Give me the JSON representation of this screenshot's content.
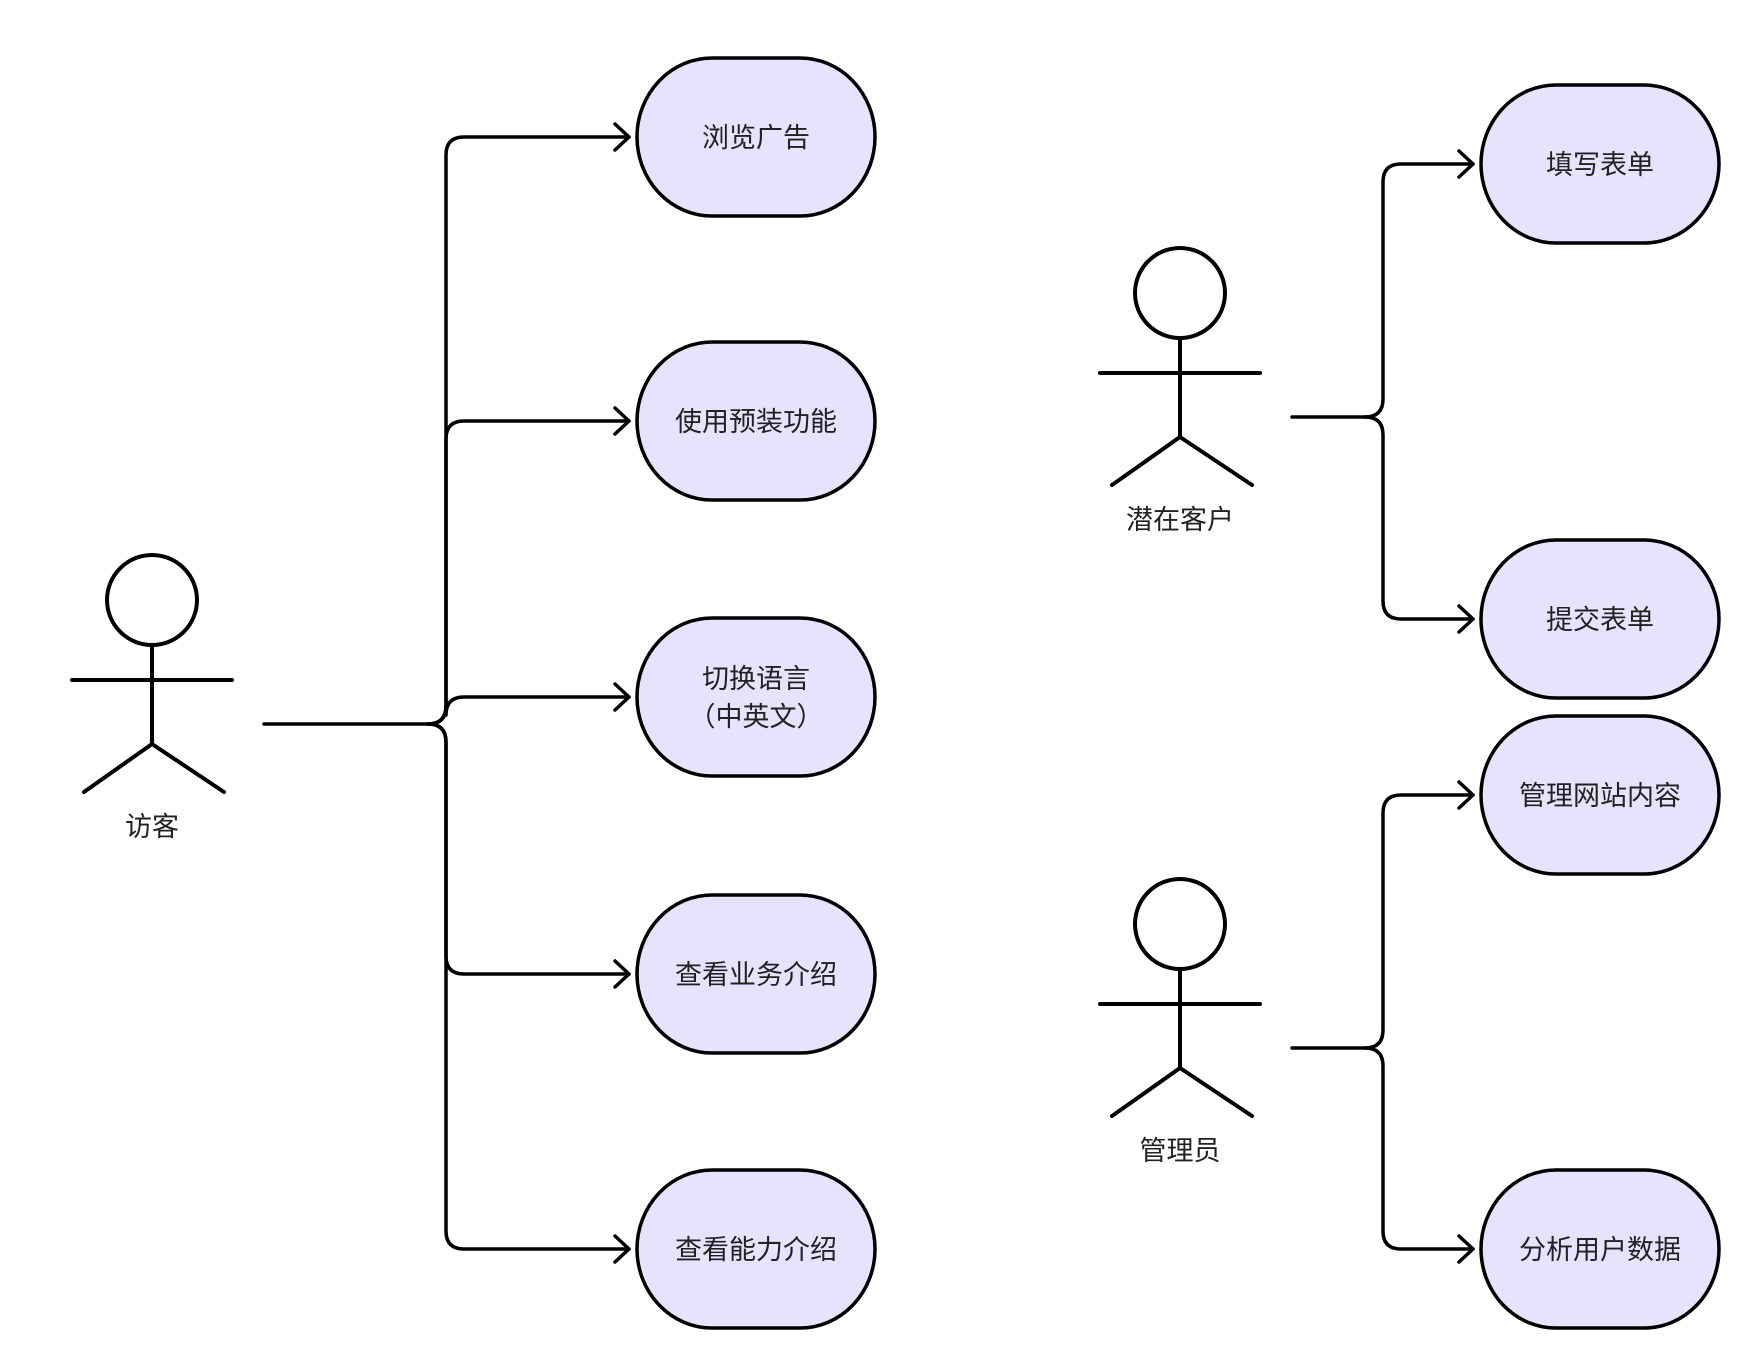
{
  "colors": {
    "usecase_fill": "#e8e2fd",
    "stroke": "#000000",
    "text": "#222222",
    "background": "#ffffff"
  },
  "actors": [
    {
      "id": "visitor",
      "label": "访客",
      "use_cases": [
        {
          "lines": [
            "浏览广告"
          ]
        },
        {
          "lines": [
            "使用预装功能"
          ]
        },
        {
          "lines": [
            "切换语言",
            "（中英文）"
          ]
        },
        {
          "lines": [
            "查看业务介绍"
          ]
        },
        {
          "lines": [
            "查看能力介绍"
          ]
        }
      ]
    },
    {
      "id": "prospect",
      "label": "潜在客户",
      "use_cases": [
        {
          "lines": [
            "填写表单"
          ]
        },
        {
          "lines": [
            "提交表单"
          ]
        }
      ]
    },
    {
      "id": "admin",
      "label": "管理员",
      "use_cases": [
        {
          "lines": [
            "管理网站内容"
          ]
        },
        {
          "lines": [
            "分析用户数据"
          ]
        }
      ]
    }
  ]
}
